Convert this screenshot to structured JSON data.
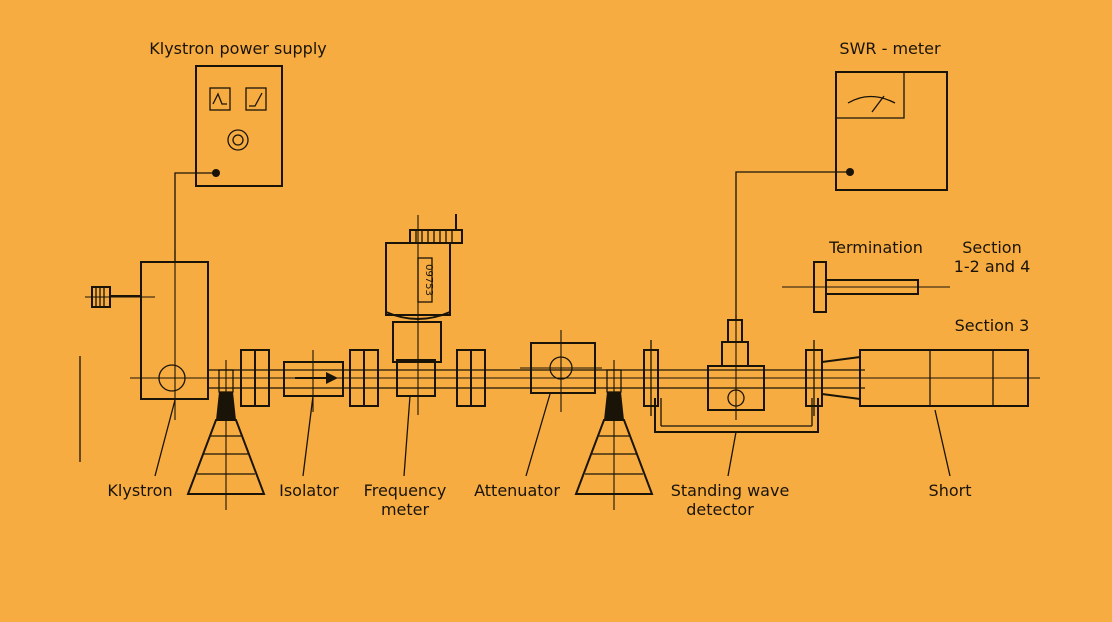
{
  "labels": {
    "klystron_power_supply": "Klystron power supply",
    "swr_meter": "SWR - meter",
    "termination": "Termination",
    "section_124_line1": "Section",
    "section_124_line2": "1-2 and 4",
    "section_3": "Section 3",
    "klystron": "Klystron",
    "isolator": "Isolator",
    "frequency_meter_line1": "Frequency",
    "frequency_meter_line2": "meter",
    "attenuator": "Attenuator",
    "standing_wave_line1": "Standing wave",
    "standing_wave_line2": "detector",
    "short": "Short",
    "frequency_meter_dial": "09753"
  },
  "colors": {
    "background": "#f7ac42",
    "ink": "#1a1408"
  }
}
